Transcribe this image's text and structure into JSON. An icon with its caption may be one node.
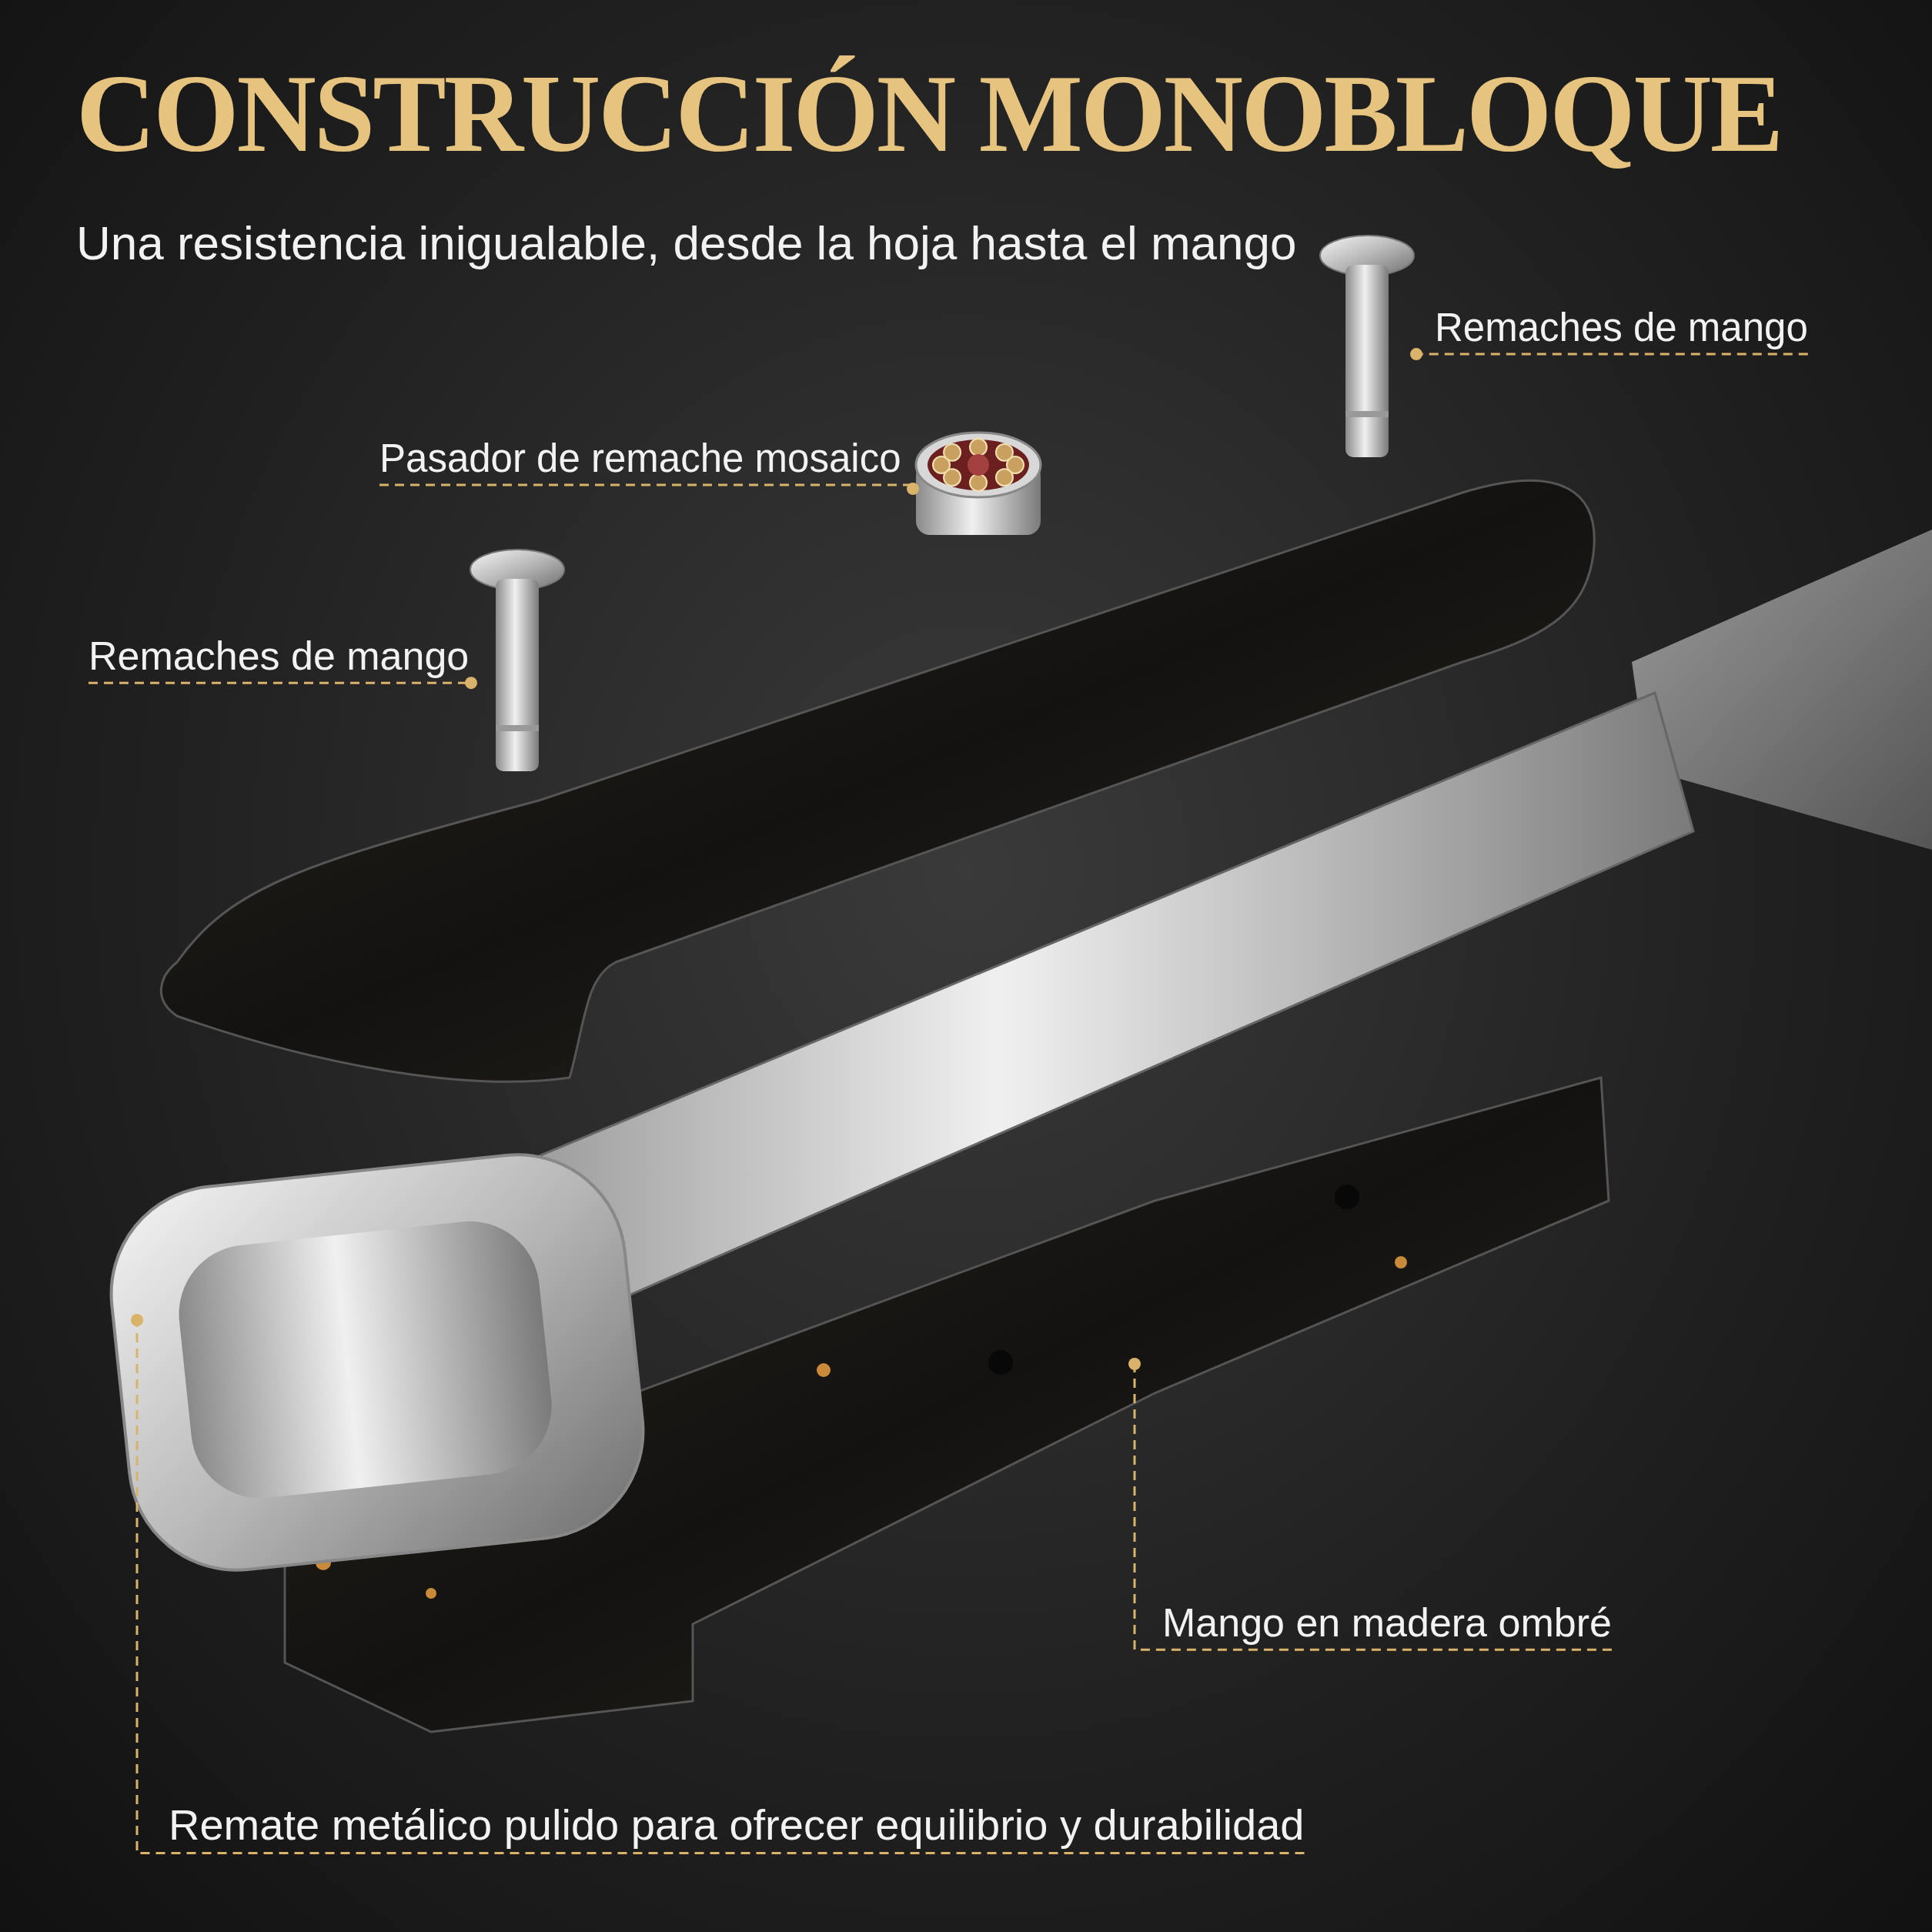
{
  "diagram": {
    "title": "CONSTRUCCIÓN MONOBLOQUE",
    "nodes": [
      {
        "text": [
          "Remaches de mango"
        ]
      },
      {
        "text": [],
        "shape": "picture"
      },
      {
        "text": [
          "Pasador de remache mosaico"
        ]
      },
      {
        "text": [],
        "shape": "picture"
      },
      {
        "text": [
          "Remaches de mango"
        ]
      },
      {
        "text": [],
        "shape": "picture"
      },
      {
        "text": [
          "Mango en madera ombré"
        ]
      },
      {
        "text": [],
        "shape": "picture"
      },
      {
        "text": [
          "Remate metálico pulido para ofrecer equilibrio y durabilidad"
        ]
      },
      {
        "text": [],
        "shape": "picture"
      }
    ],
    "edges": [
      {
        "from": 0,
        "to": 1,
        "arrow": "other",
        "style": "dashed"
      },
      {
        "from": 2,
        "to": 3,
        "arrow": "other",
        "style": "dashed"
      },
      {
        "from": 4,
        "to": 5,
        "arrow": "other",
        "style": "dashed"
      },
      {
        "from": 6,
        "to": 7,
        "arrow": "other",
        "style": "dashed"
      },
      {
        "from": 8,
        "to": 9,
        "arrow": "other",
        "style": "dashed"
      }
    ],
    "labels": [
      "Una resistencia inigualable, desde la hoja hasta el mango"
    ]
  }
}
